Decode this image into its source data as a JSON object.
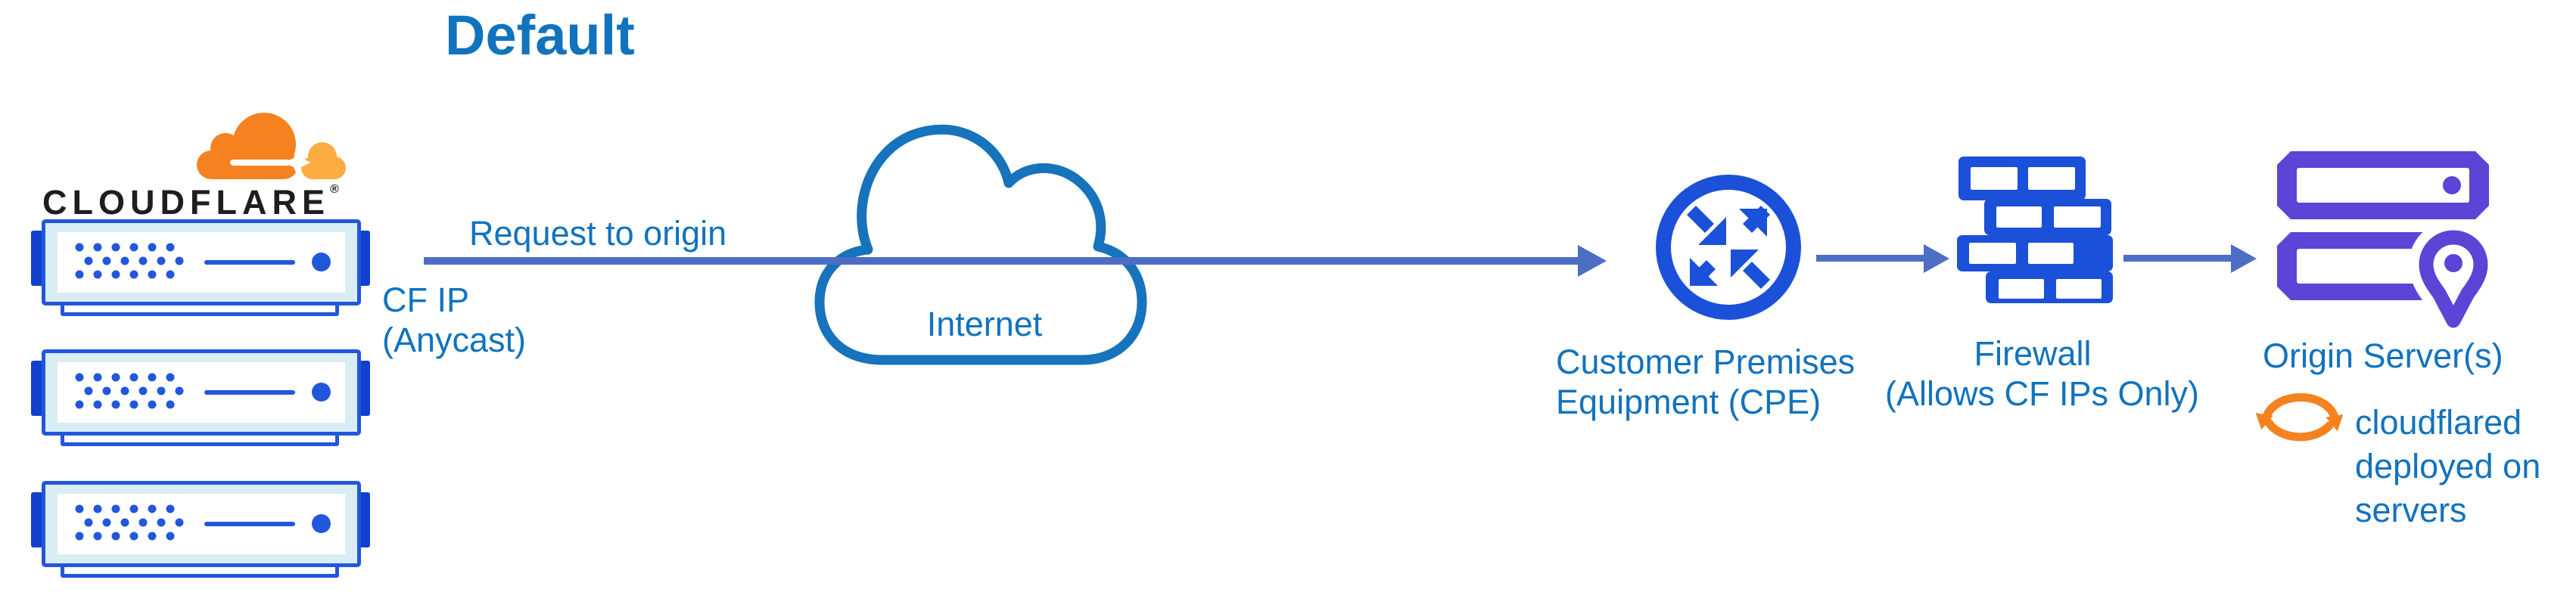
{
  "title": "Default",
  "cloudflare": {
    "wordmark": "CLOUDFLARE",
    "registered": "®"
  },
  "edge": {
    "label": "Request to origin",
    "sublabel": [
      "CF IP",
      "(Anycast)"
    ]
  },
  "internet": {
    "label": "Internet"
  },
  "cpe": {
    "label": [
      "Customer Premises",
      "Equipment (CPE)"
    ]
  },
  "firewall": {
    "label": [
      "Firewall",
      "(Allows CF IPs Only)"
    ]
  },
  "origin": {
    "label": "Origin Server(s)",
    "note": [
      "cloudflared",
      "deployed on",
      "servers"
    ]
  },
  "colors": {
    "text_blue": "#1173bd",
    "arrow_blue": "#4d6ec5",
    "icon_blue": "#1b50d8",
    "server_blue": "#2257db",
    "server_tab_blue": "#1140cf",
    "server_fill": "#d9edf4",
    "cloud_outline": "#1673bc",
    "purple": "#5d43d6",
    "orange": "#f6821f",
    "orange_light": "#fbad41",
    "wordmark_black": "#1e1e1e"
  }
}
